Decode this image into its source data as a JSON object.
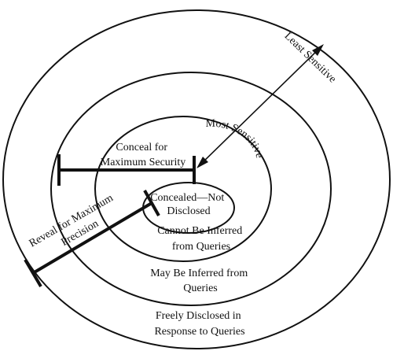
{
  "rings": [
    {
      "label_lines": [
        "Concealed—Not",
        "Disclosed"
      ]
    },
    {
      "label_lines": [
        "Cannot Be Inferred",
        "from Queries"
      ]
    },
    {
      "label_lines": [
        "May Be Inferred from",
        "Queries"
      ]
    },
    {
      "label_lines": [
        "Freely Disclosed in",
        "Response to Queries"
      ]
    }
  ],
  "arrow": {
    "least_label": "Least Sensitive",
    "most_label": "Most Sensitive"
  },
  "bars": {
    "conceal_lines": [
      "Conceal for",
      "Maximum Security"
    ],
    "reveal_lines": [
      "Reveal for Maximum",
      "Precision"
    ]
  },
  "colors": {
    "ink": "#111111",
    "background": "#ffffff"
  }
}
